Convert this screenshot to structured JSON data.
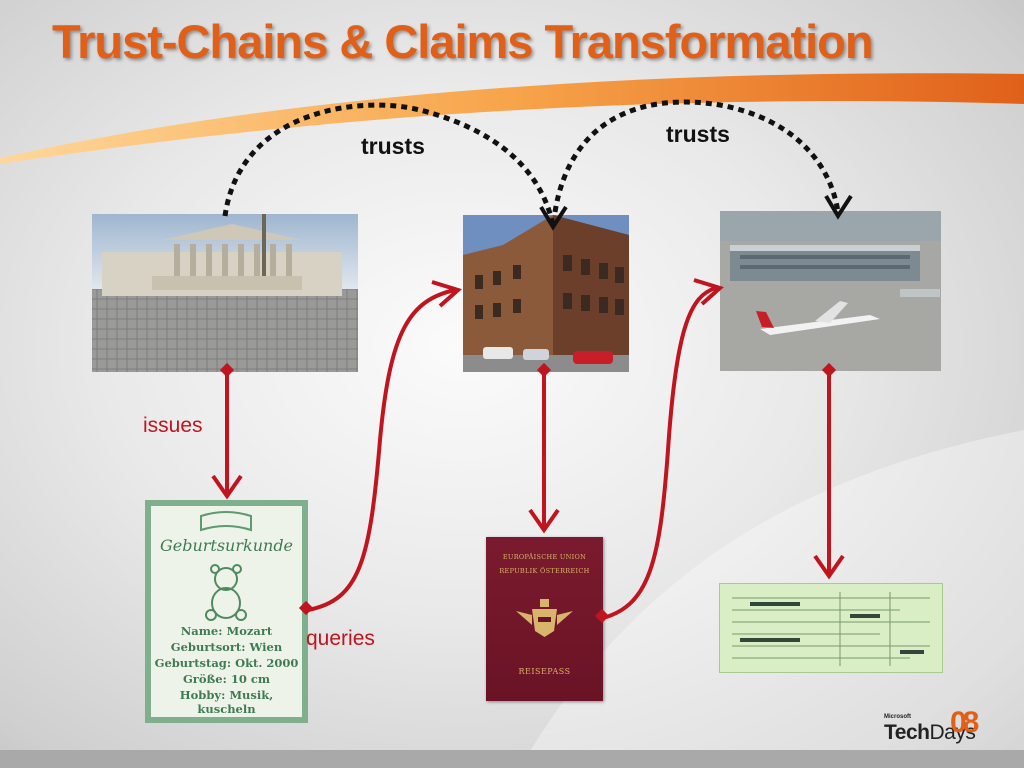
{
  "slide": {
    "title": "Trust-Chains & Claims Transformation",
    "accent_color": "#e0601a",
    "arrow_color": "#c0141e"
  },
  "labels": {
    "trusts_left": "trusts",
    "trusts_right": "trusts",
    "issues": "issues",
    "queries": "queries"
  },
  "pictures": {
    "parliament": "parliament-photo",
    "office": "government-office-photo",
    "airport": "airport-photo"
  },
  "documents": {
    "birth_certificate": {
      "title": "Geburtsurkunde",
      "lines": [
        "Name: Mozart",
        "Geburtsort: Wien",
        "Geburtstag: Okt. 2000",
        "Größe: 10 cm",
        "Hobby: Musik, kuscheln"
      ]
    },
    "passport": {
      "line1": "EUROPÄISCHE UNION",
      "line2": "REPUBLIK ÖSTERREICH",
      "bottom": "REISEPASS"
    },
    "ticket": "boarding-pass"
  },
  "branding": {
    "small": "Microsoft",
    "name_bold": "Tech",
    "name_thin": "Days",
    "number": "08"
  }
}
